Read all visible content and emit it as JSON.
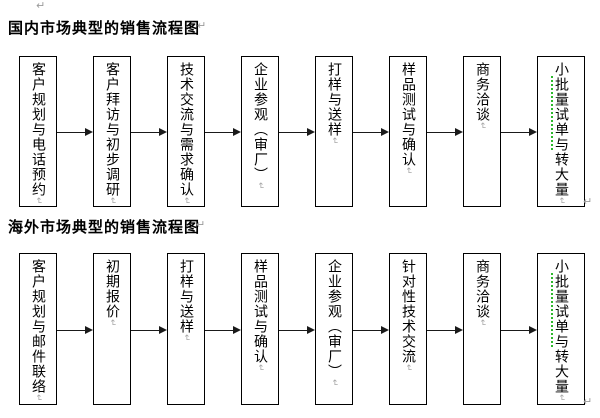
{
  "colors": {
    "border": "#000000",
    "text": "#000000",
    "paragraph_mark": "#9a9a9a",
    "squiggle_green": "#2eb82e"
  },
  "marks": {
    "paragraph": "↵",
    "return": "↵"
  },
  "sections": [
    {
      "title": "国内市场典型的销售流程图",
      "steps": [
        {
          "pre": "客户规划与电话预约",
          "marked": "",
          "post": ""
        },
        {
          "pre": "客户拜访与初步调研",
          "marked": "",
          "post": ""
        },
        {
          "pre": "技术交流与需求确认",
          "marked": "",
          "post": ""
        },
        {
          "pre": "企业参观（审厂）",
          "marked": "",
          "post": ""
        },
        {
          "pre": "打样与送样",
          "marked": "",
          "post": ""
        },
        {
          "pre": "样品测试与确认",
          "marked": "",
          "post": ""
        },
        {
          "pre": "商务洽谈",
          "marked": "",
          "post": ""
        },
        {
          "pre": "小",
          "marked": "批量试单与",
          "post": "转大量"
        }
      ]
    },
    {
      "title": "海外市场典型的销售流程图",
      "steps": [
        {
          "pre": "客户规划与邮件联络",
          "marked": "",
          "post": ""
        },
        {
          "pre": "初期报价",
          "marked": "",
          "post": ""
        },
        {
          "pre": "打样与送样",
          "marked": "",
          "post": ""
        },
        {
          "pre": "样品测试与确认",
          "marked": "",
          "post": ""
        },
        {
          "pre": "企业参观（审厂）",
          "marked": "",
          "post": ""
        },
        {
          "pre": "针对性技术交流",
          "marked": "",
          "post": ""
        },
        {
          "pre": "商务洽谈",
          "marked": "",
          "post": ""
        },
        {
          "pre": "小",
          "marked": "批量试单与",
          "post": "转大量"
        }
      ]
    }
  ]
}
